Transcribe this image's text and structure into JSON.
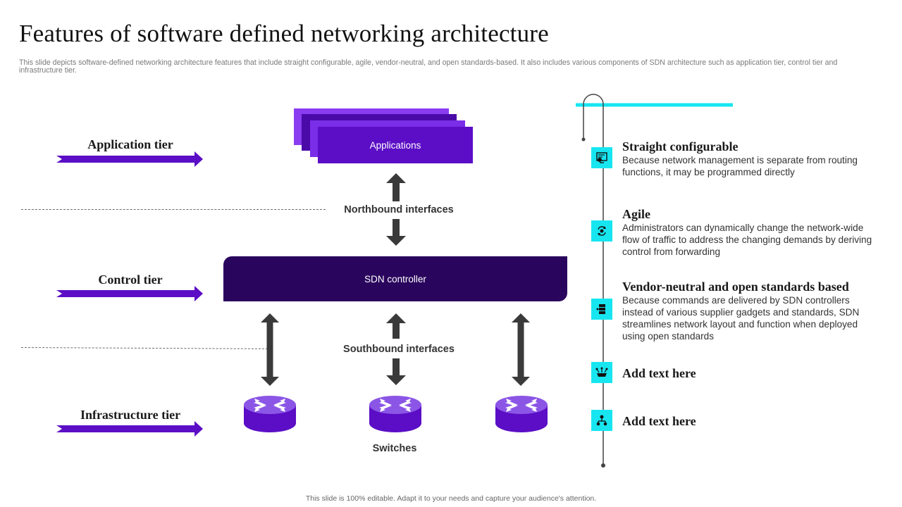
{
  "title": "Features of software defined networking architecture",
  "description": "This slide depicts software-defined networking architecture features that include straight configurable, agile, vendor-neutral, and open standards-based. It also includes various components of SDN architecture such as application tier, control tier and infrastructure tier.",
  "tiers": [
    {
      "label": "Application tier"
    },
    {
      "label": "Control tier"
    },
    {
      "label": "Infrastructure tier"
    }
  ],
  "diagram": {
    "applications_label": "Applications",
    "northbound_label": "Northbound interfaces",
    "sdn_controller_label": "SDN controller",
    "southbound_label": "Southbound interfaces",
    "switches_label": "Switches"
  },
  "colors": {
    "purple": "#5b0ec5",
    "dark_purple": "#2a055e",
    "cyan": "#17e6f0"
  },
  "features": [
    {
      "icon": "settings-screen-icon",
      "title": "Straight configurable",
      "description": "Because network management is separate from routing functions, it may be programmed directly"
    },
    {
      "icon": "cloud-sync-icon",
      "title": "Agile",
      "description": "Administrators can dynamically change the network-wide flow of traffic to address the changing demands by deriving control from forwarding"
    },
    {
      "icon": "server-icon",
      "title": "Vendor-neutral and open standards based",
      "description": "Because commands are delivered by SDN controllers instead of various supplier gadgets and standards, SDN streamlines network layout and function when deployed using open standards"
    },
    {
      "icon": "network-hub-icon",
      "title": "Add text here",
      "description": ""
    },
    {
      "icon": "hierarchy-icon",
      "title": "Add text here",
      "description": ""
    }
  ],
  "footer": "This slide is 100% editable. Adapt it to your needs and capture your audience's attention."
}
